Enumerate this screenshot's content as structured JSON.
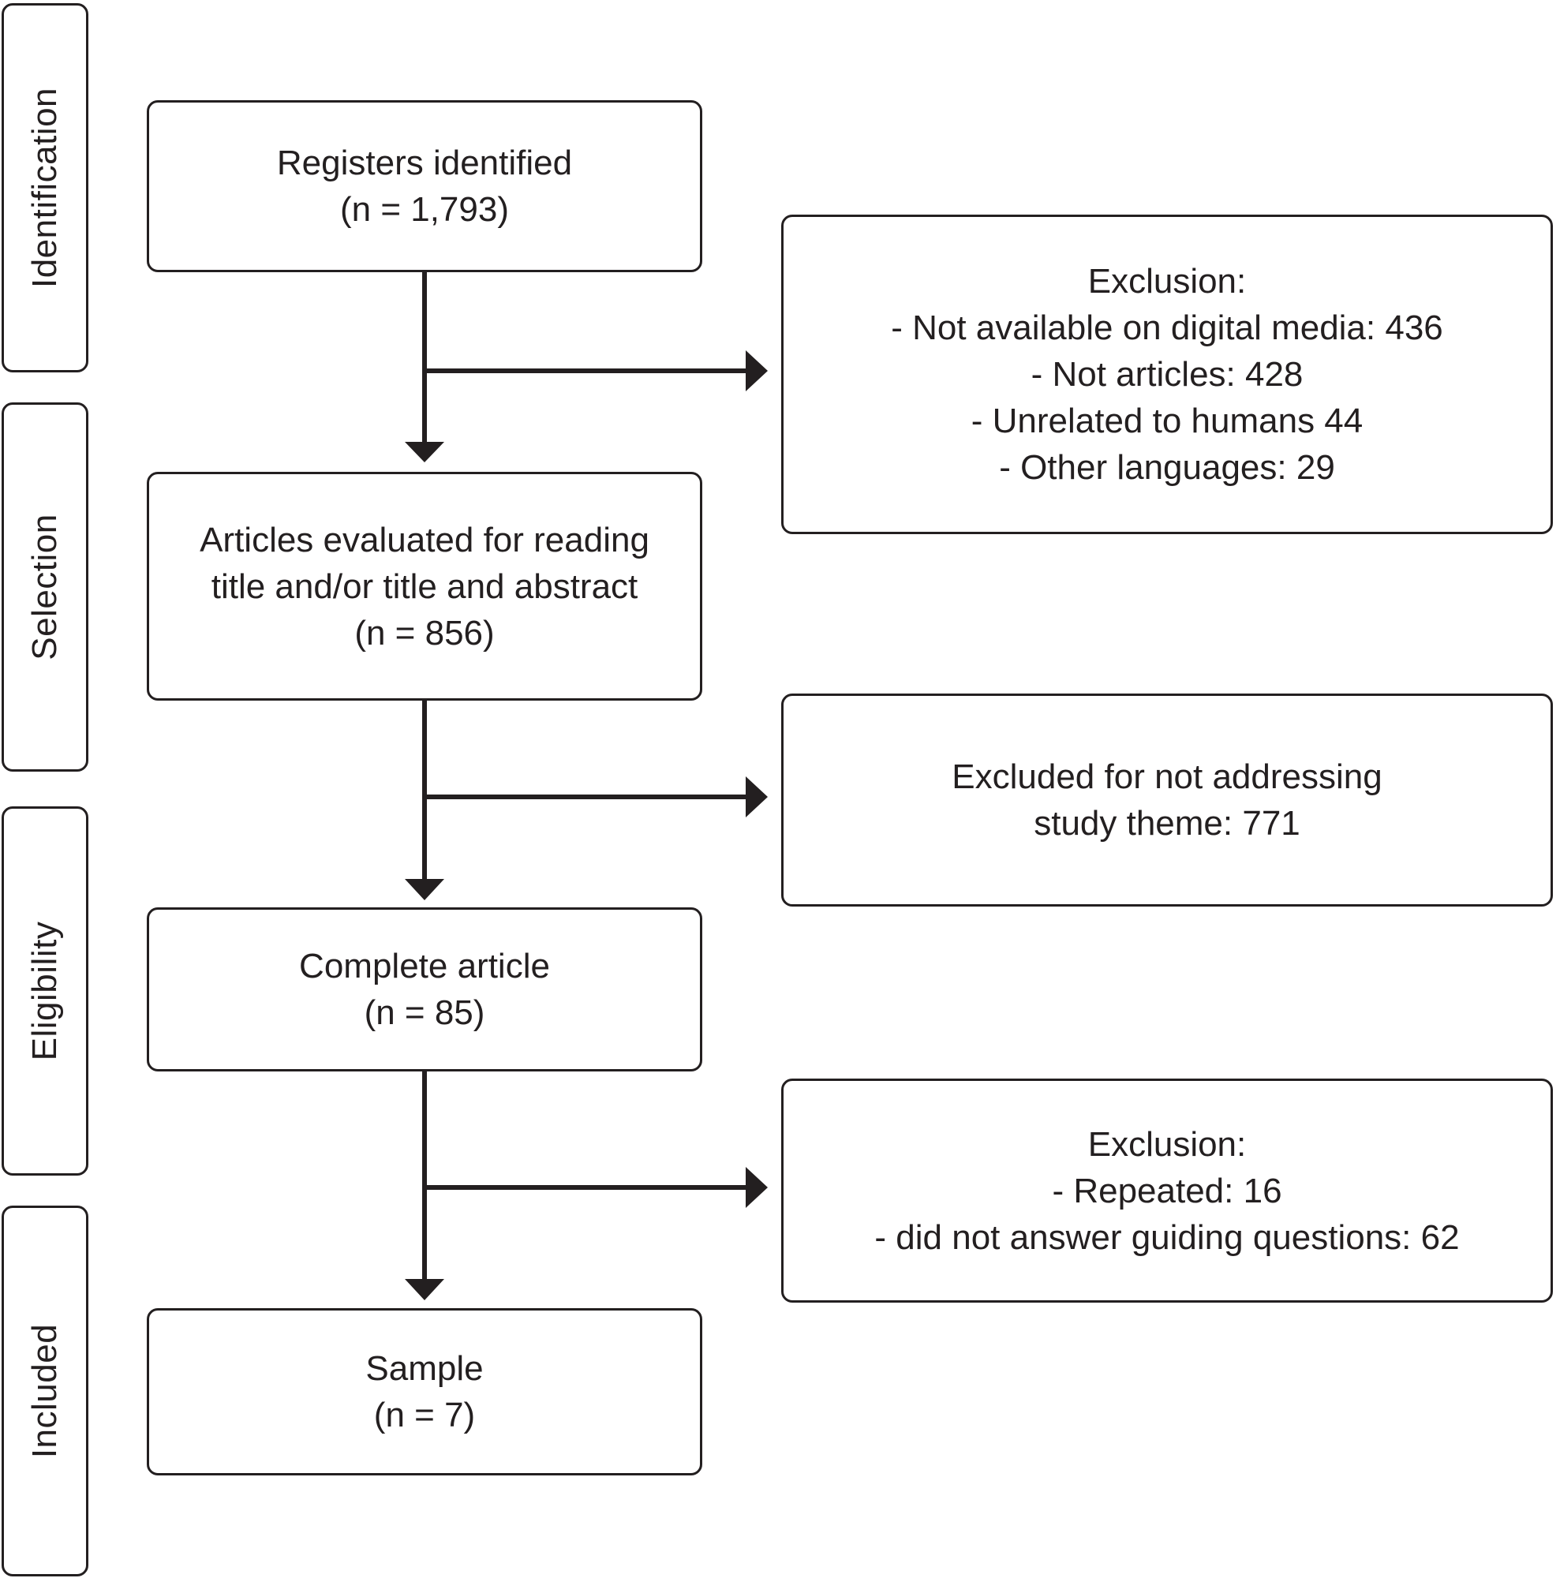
{
  "phases": {
    "identification": "Identification",
    "selection": "Selection",
    "eligibility": "Eligibility",
    "included": "Included"
  },
  "boxes": {
    "registers": {
      "title": "Registers identified",
      "count": "(n = 1,793)"
    },
    "articles_evaluated": {
      "line1": "Articles evaluated for reading",
      "line2": "title and/or title and abstract",
      "count": "(n = 856)"
    },
    "complete_article": {
      "title": "Complete article",
      "count": "(n = 85)"
    },
    "sample": {
      "title": "Sample",
      "count": "(n = 7)"
    }
  },
  "exclusions": {
    "first": {
      "heading": "Exclusion:",
      "items": [
        "- Not available on digital media: 436",
        "- Not articles: 428",
        "- Unrelated to humans 44",
        "- Other languages: 29"
      ]
    },
    "second": {
      "line1": "Excluded for not addressing",
      "line2": "study theme: 771"
    },
    "third": {
      "heading": "Exclusion:",
      "items": [
        "- Repeated: 16",
        "- did not answer guiding questions: 62"
      ]
    }
  },
  "colors": {
    "stroke": "#231f20",
    "background": "#ffffff"
  }
}
